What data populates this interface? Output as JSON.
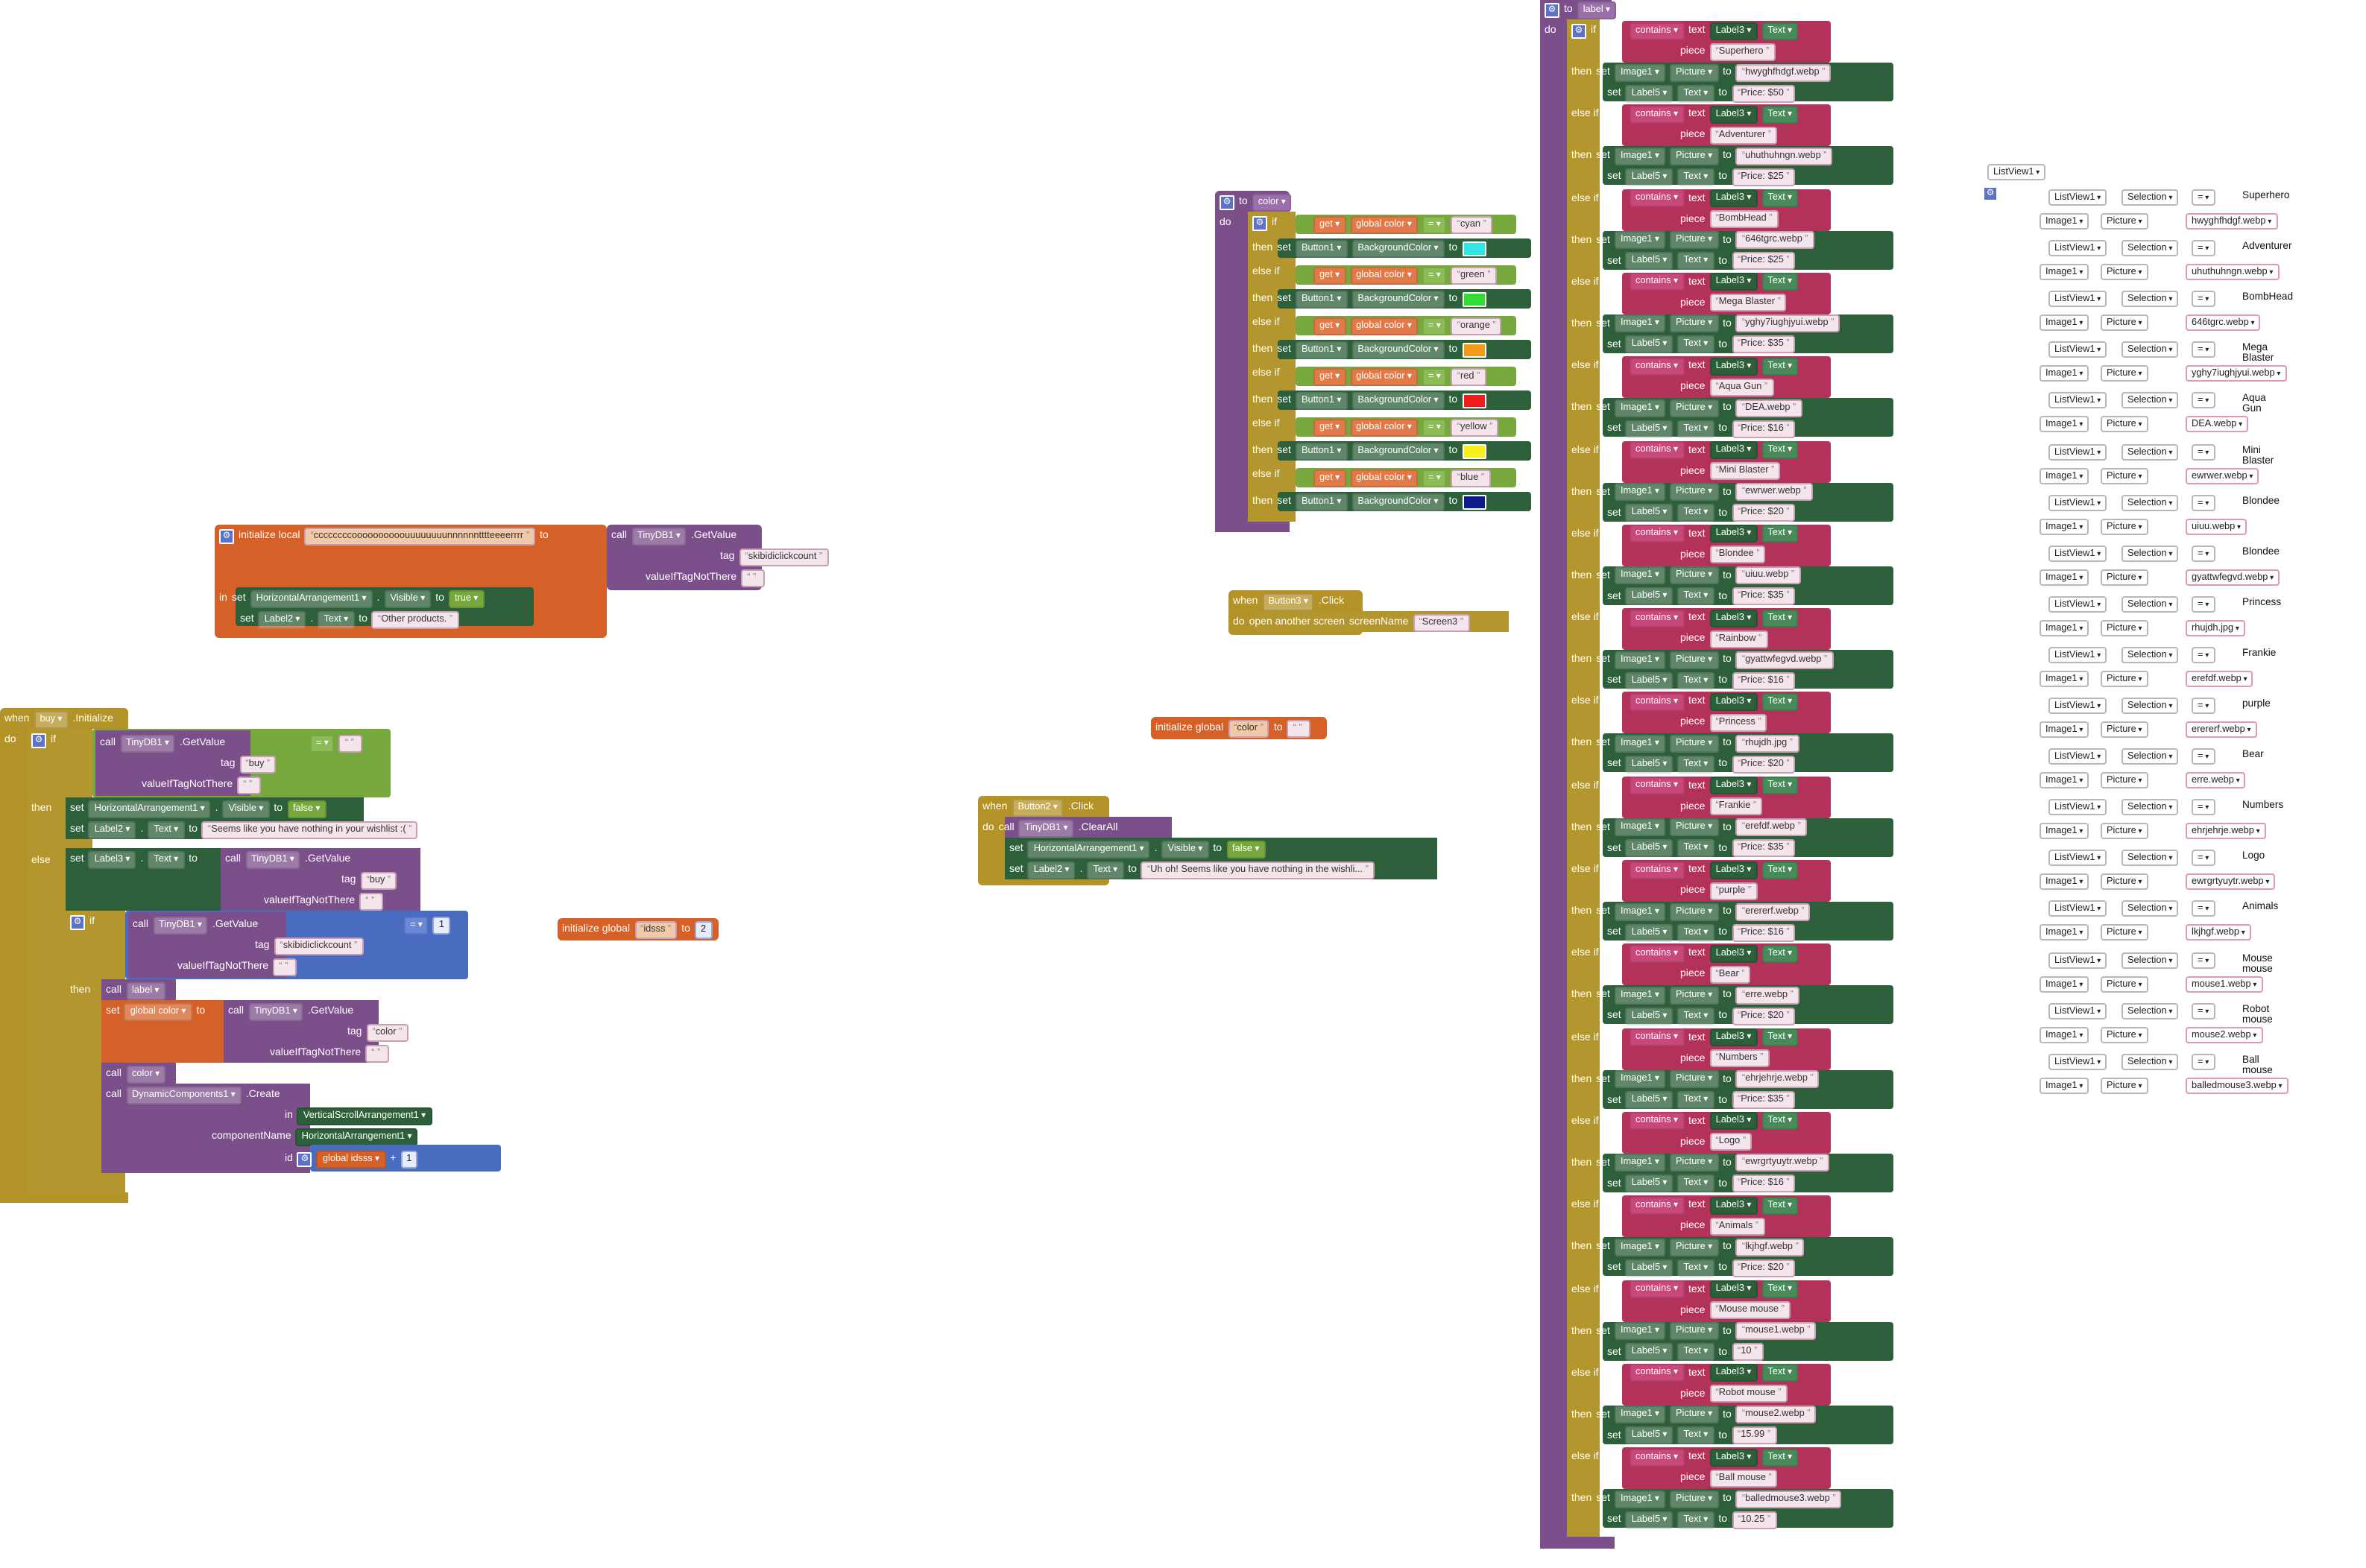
{
  "palette": {
    "event": "#b39227",
    "proc": "#7b4f8a",
    "control": "#b3962e",
    "var": "#d56128",
    "comp": "#2c5f3a",
    "text": "#b3325a",
    "logic": "#77a83e",
    "math": "#4a6cc0",
    "db": "#7b4f8a"
  },
  "w": {
    "buy_event": "buy",
    "initialize": ".Initialize",
    "label_proc": "label",
    "color_proc": "color",
    "color_var": "color",
    "idsss_var": "idsss",
    "local_var": "ccccccccoooooooooouuuuuuuunnnnnntttteeeerrrr",
    "tag_skibidi": "skibidiclickcount",
    "tag_buy": "buy",
    "tag_color": "color",
    "button1": "Button1",
    "button2": "Button2",
    "button3": "Button3",
    "label2": "Label2",
    "label3": "Label3",
    "label5": "Label5",
    "image1": "Image1",
    "listview1": "ListView1",
    "harr": "HorizontalArrangement1",
    "vsarr": "VerticalScrollArrangement1",
    "dyn": "DynamicComponents1",
    "tinydb": "TinyDB1",
    "p_visible": "Visible",
    "p_text": "Text",
    "p_picture": "Picture",
    "p_bg": "BackgroundColor",
    "p_selection": "Selection",
    "true": "true",
    "false": "false",
    "other_products": "Other products.",
    "empty_wishlist": "Seems like you have nothing in your wishlist :(",
    "uhoh": "Uh oh! Seems like you have nothing in the wishli...",
    "screen3": "Screen3",
    "num1": "1",
    "num2": "2",
    "eq": "=",
    "plus": "+"
  },
  "kw": {
    "when": "when",
    "do": "do",
    "if": "if",
    "then": "then",
    "else_if": "else if",
    "else": "else",
    "set": "set",
    "to": "to",
    "call": "call",
    "get": "get",
    "in": "in",
    "initialize_local": "initialize local",
    "initialize_global": "initialize global",
    "getvalue": ".GetValue",
    "clearall": ".ClearAll",
    "create": ".Create",
    "click": ".Click",
    "tag": "tag",
    "value_if": "valueIfTagNotThere",
    "component_name": "componentName",
    "id": "id",
    "contains": "contains",
    "text": "text",
    "piece": "piece",
    "open_screen": "open another screen",
    "screen_name": "screenName",
    "global_color": "global color",
    "global_idsss": "global idsss"
  },
  "colors": [
    {
      "name": "cyan",
      "hex": "#33e6e6"
    },
    {
      "name": "green",
      "hex": "#33dd33"
    },
    {
      "name": "orange",
      "hex": "#f59b1a"
    },
    {
      "name": "red",
      "hex": "#ee1c1c"
    },
    {
      "name": "yellow",
      "hex": "#f7f01c"
    },
    {
      "name": "blue",
      "hex": "#0d1a8c"
    }
  ],
  "products": [
    {
      "name": "Superhero",
      "image": "hwyghfhdgf.webp",
      "price": "Price: $50"
    },
    {
      "name": "Adventurer",
      "image": "uhuthuhngn.webp",
      "price": "Price: $25"
    },
    {
      "name": "BombHead",
      "image": "646tgrc.webp",
      "price": "Price: $25"
    },
    {
      "name": "Mega Blaster",
      "image": "yghy7iughjyui.webp",
      "price": "Price: $35"
    },
    {
      "name": "Aqua Gun",
      "image": "DEA.webp",
      "price": "Price: $16"
    },
    {
      "name": "Mini Blaster",
      "image": "ewrwer.webp",
      "price": "Price: $20"
    },
    {
      "name": "Blondee",
      "image": "uiuu.webp",
      "price": "Price: $35"
    },
    {
      "name": "Rainbow",
      "image": "gyattwfegvd.webp",
      "price": "Price: $16"
    },
    {
      "name": "Princess",
      "image": "rhujdh.jpg",
      "price": "Price: $20"
    },
    {
      "name": "Frankie",
      "image": "erefdf.webp",
      "price": "Price: $35"
    },
    {
      "name": "purple",
      "image": "erererf.webp",
      "price": "Price: $16"
    },
    {
      "name": "Bear",
      "image": "erre.webp",
      "price": "Price: $20"
    },
    {
      "name": "Numbers",
      "image": "ehrjehrje.webp",
      "price": "Price: $35"
    },
    {
      "name": "Logo",
      "image": "ewrgrtyuytr.webp",
      "price": "Price: $16"
    },
    {
      "name": "Animals",
      "image": "lkjhgf.webp",
      "price": "Price: $20"
    },
    {
      "name": "Mouse mouse",
      "image": "mouse1.webp",
      "price": "10"
    },
    {
      "name": "Robot mouse",
      "image": "mouse2.webp",
      "price": "15.99"
    },
    {
      "name": "Ball mouse",
      "image": "balledmouse3.webp",
      "price": "10.25"
    }
  ],
  "listview": [
    {
      "name": "Superhero",
      "image": "hwyghfhdgf.webp"
    },
    {
      "name": "Adventurer",
      "image": "uhuthuhngn.webp"
    },
    {
      "name": "BombHead",
      "image": "646tgrc.webp"
    },
    {
      "name": "Mega Blaster",
      "image": "yghy7iughjyui.webp"
    },
    {
      "name": "Aqua Gun",
      "image": "DEA.webp"
    },
    {
      "name": "Mini Blaster",
      "image": "ewrwer.webp"
    },
    {
      "name": "Blondee",
      "image": "uiuu.webp"
    },
    {
      "name": "Blondee",
      "image": "gyattwfegvd.webp"
    },
    {
      "name": "Princess",
      "image": "rhujdh.jpg"
    },
    {
      "name": "Frankie",
      "image": "erefdf.webp"
    },
    {
      "name": "purple",
      "image": "erererf.webp"
    },
    {
      "name": "Bear",
      "image": "erre.webp"
    },
    {
      "name": "Numbers",
      "image": "ehrjehrje.webp"
    },
    {
      "name": "Logo",
      "image": "ewrgrtyuytr.webp"
    },
    {
      "name": "Animals",
      "image": "lkjhgf.webp"
    },
    {
      "name": "Mouse mouse",
      "image": "mouse1.webp"
    },
    {
      "name": "Robot mouse",
      "image": "mouse2.webp"
    },
    {
      "name": "Ball mouse",
      "image": "balledmouse3.webp"
    }
  ]
}
